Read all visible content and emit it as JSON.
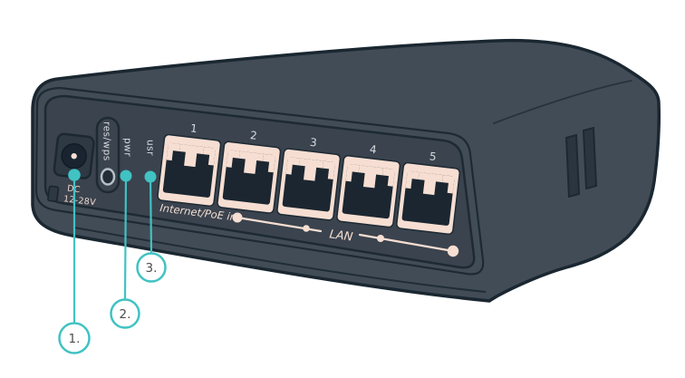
{
  "device": {
    "power_jack": {
      "label": "DC",
      "voltage": "12-28V"
    },
    "reset_button": {
      "label": "res/wps"
    },
    "leds": [
      {
        "label": "pwr"
      },
      {
        "label": "usr"
      }
    ],
    "ports": [
      {
        "number": "1"
      },
      {
        "number": "2"
      },
      {
        "number": "3"
      },
      {
        "number": "4"
      },
      {
        "number": "5"
      }
    ],
    "port_group_labels": {
      "internet": "Internet/PoE in",
      "lan": "LAN"
    }
  },
  "callouts": [
    {
      "number": "1."
    },
    {
      "number": "2."
    },
    {
      "number": "3."
    }
  ],
  "colors": {
    "background": "#ffffff",
    "body": "#424c57",
    "panel": "#3a434e",
    "outline": "#1a2731",
    "port_cream": "#f6ded2",
    "port_cavity": "#1b2630",
    "label_light": "#d8dce0",
    "label_warm": "#efd6cb",
    "accent_teal": "#41c2c3",
    "callout_text": "#4d4d4d"
  }
}
